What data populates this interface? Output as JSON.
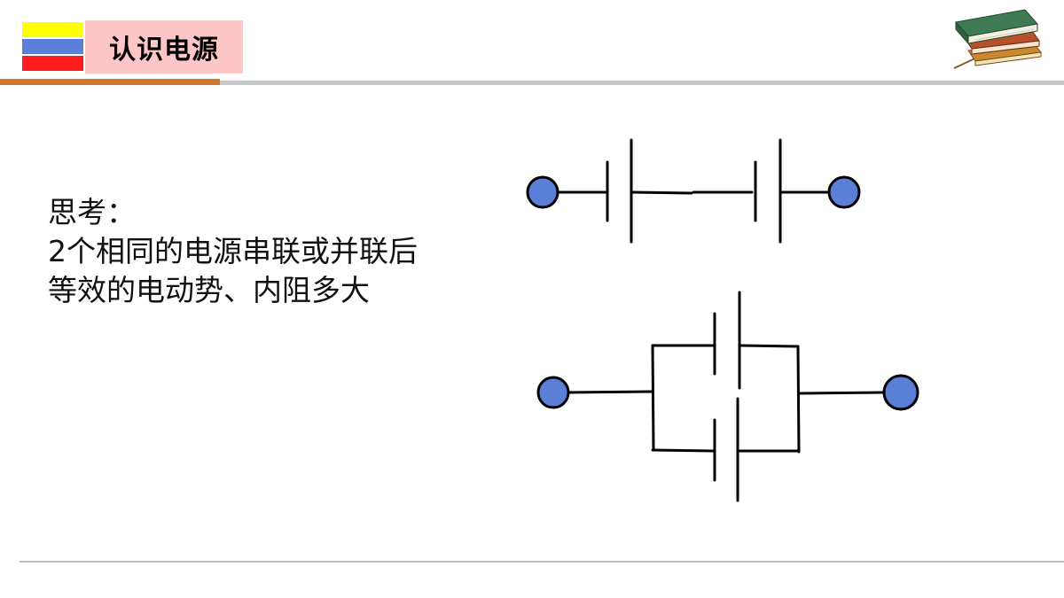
{
  "header": {
    "title": "认识电源",
    "colors": {
      "stripe_top": "#ffff00",
      "stripe_mid": "#5b7fd6",
      "stripe_bottom": "#ff1c1c",
      "title_bg": "#ffc6c6",
      "rule_accent": "#d1782d"
    },
    "logo_icon": "books-icon"
  },
  "content": {
    "question_label": "思考：",
    "question_line1": "2个相同的电源串联或并联后",
    "question_line2": "等效的电动势、内阻多大"
  },
  "diagrams": {
    "series_circuit": {
      "cells": 2,
      "arrangement": "series",
      "terminal_color": "#5b7fd6"
    },
    "parallel_circuit": {
      "cells": 2,
      "arrangement": "parallel",
      "terminal_color": "#5b7fd6"
    }
  }
}
